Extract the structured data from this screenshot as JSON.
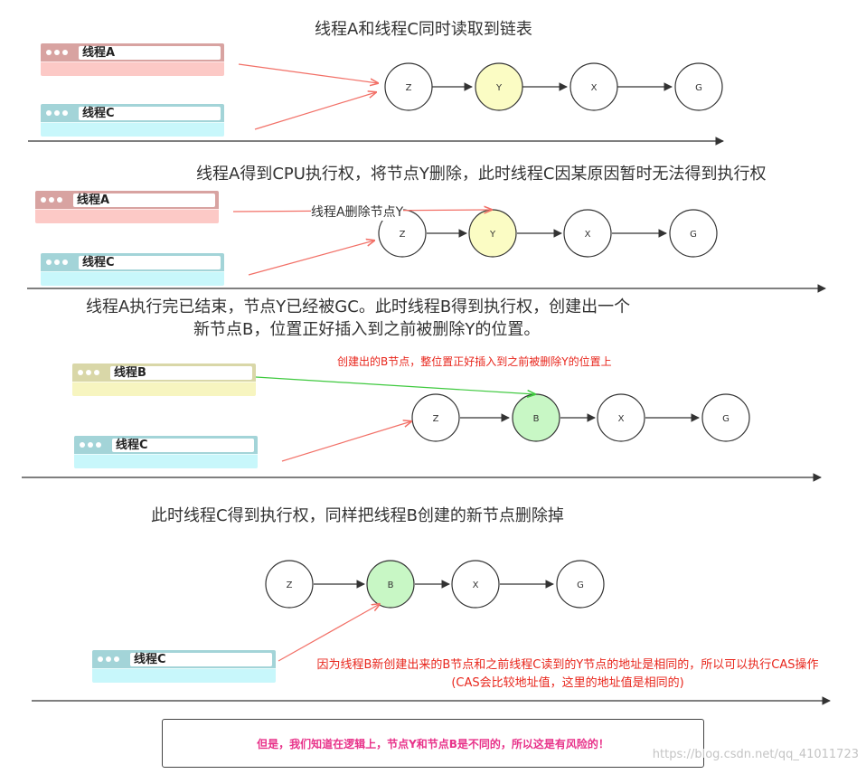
{
  "captions": {
    "step1": "线程A和线程C同时读取到链表",
    "step2": "线程A得到CPU执行权，将节点Y删除，此时线程C因某原因暂时无法得到执行权",
    "step3_line1": "线程A执行完已结束，节点Y已经被GC。此时线程B得到执行权，创建出一个",
    "step3_line2": "新节点B，位置正好插入到之前被删除Y的位置。",
    "step4": "此时线程C得到执行权，同样把线程B创建的新节点删除掉"
  },
  "annotations": {
    "delete_y": "线程A删除节点Y",
    "b_created": "创建出的B节点，整位置正好插入到之前被删除Y的位置上",
    "cas_note": "因为线程B新创建出来的B节点和之前线程C读到的Y节点的地址是相同的，所以可以执行CAS操作(CAS会比较地址值，这里的地址值是相同的)",
    "warning": "但是，我们知道在逻辑上，节点Y和节点B是不同的，所以这是有风险的！"
  },
  "threads": {
    "a": "线程A",
    "b": "线程B",
    "c": "线程C"
  },
  "nodes": {
    "z": "Z",
    "y": "Y",
    "x": "X",
    "g": "G",
    "b": "B"
  },
  "watermark": "https://blog.csdn.net/qq_41011723",
  "colors": {
    "highlight_y": "#fbfcc4",
    "highlight_b": "#c8f7c5",
    "arrow_red": "#f27067",
    "arrow_green": "#3ec93e",
    "note_red": "#e8261c",
    "warning_pink": "#e8338a"
  }
}
